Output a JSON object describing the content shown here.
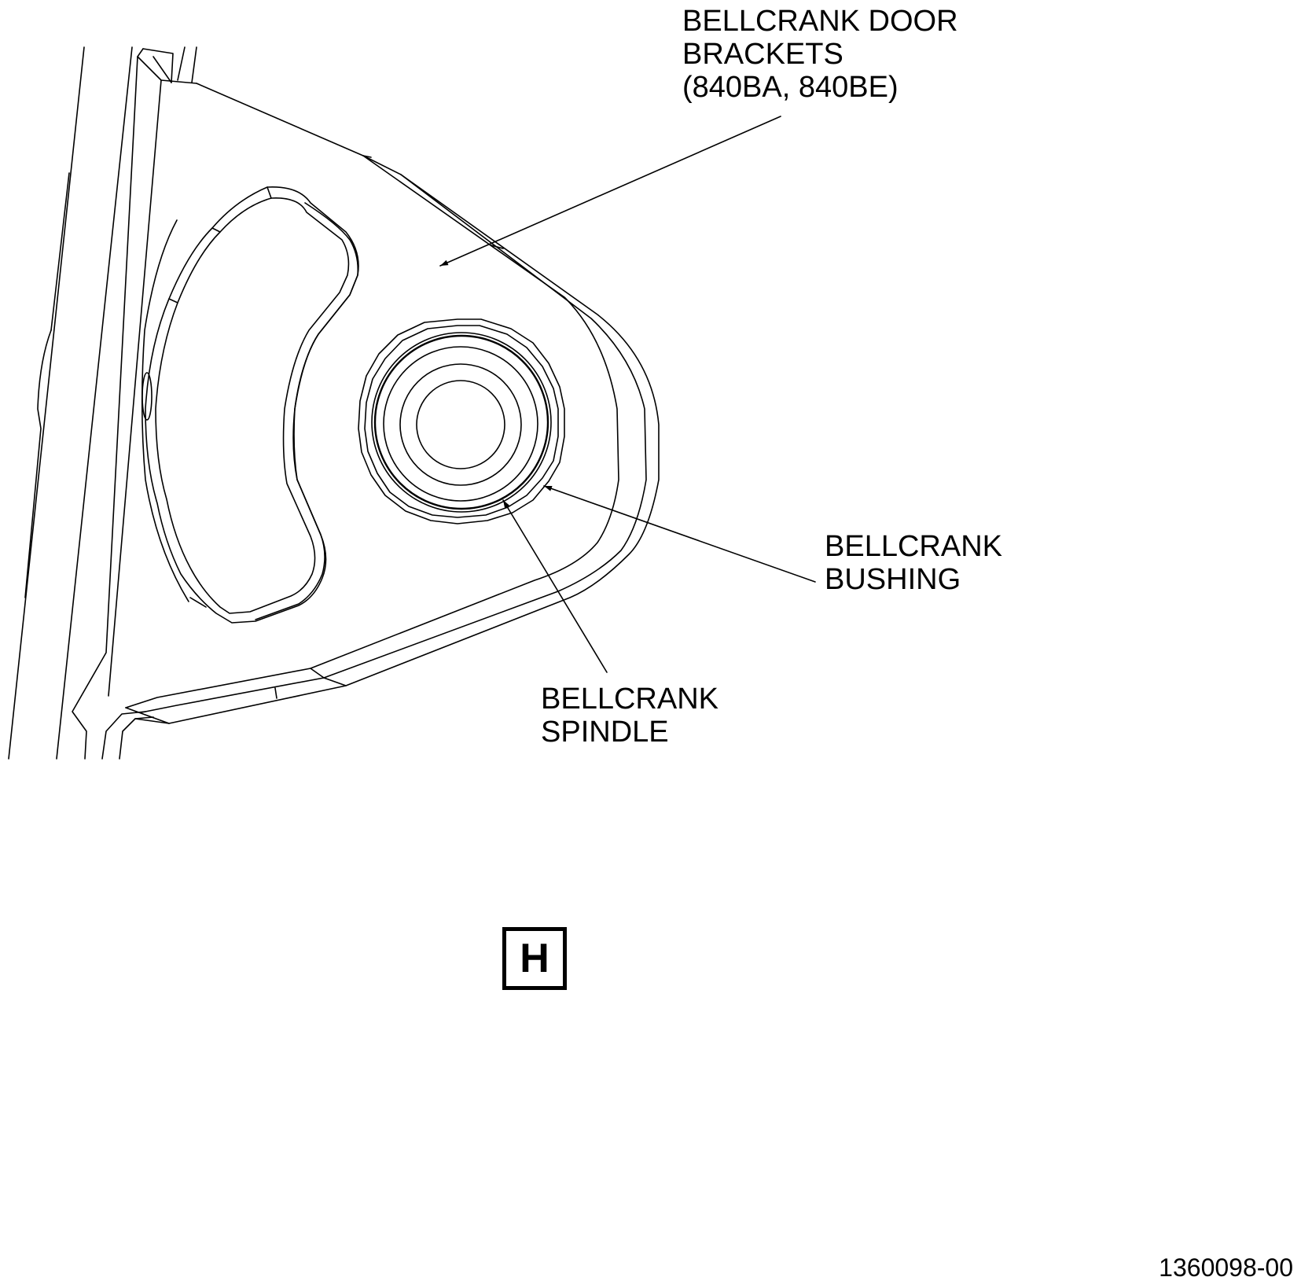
{
  "callouts": {
    "bellcrank_door_brackets": {
      "lines": [
        "BELLCRANK DOOR",
        "BRACKETS",
        "(840BA, 840BE)"
      ]
    },
    "bellcrank_bushing": {
      "lines": [
        "BELLCRANK",
        "BUSHING"
      ]
    },
    "bellcrank_spindle": {
      "lines": [
        "BELLCRANK",
        "SPINDLE"
      ]
    }
  },
  "view_label": "H",
  "figure_number": "1360098-00",
  "colors": {
    "line": "#000000",
    "background": "#ffffff"
  }
}
